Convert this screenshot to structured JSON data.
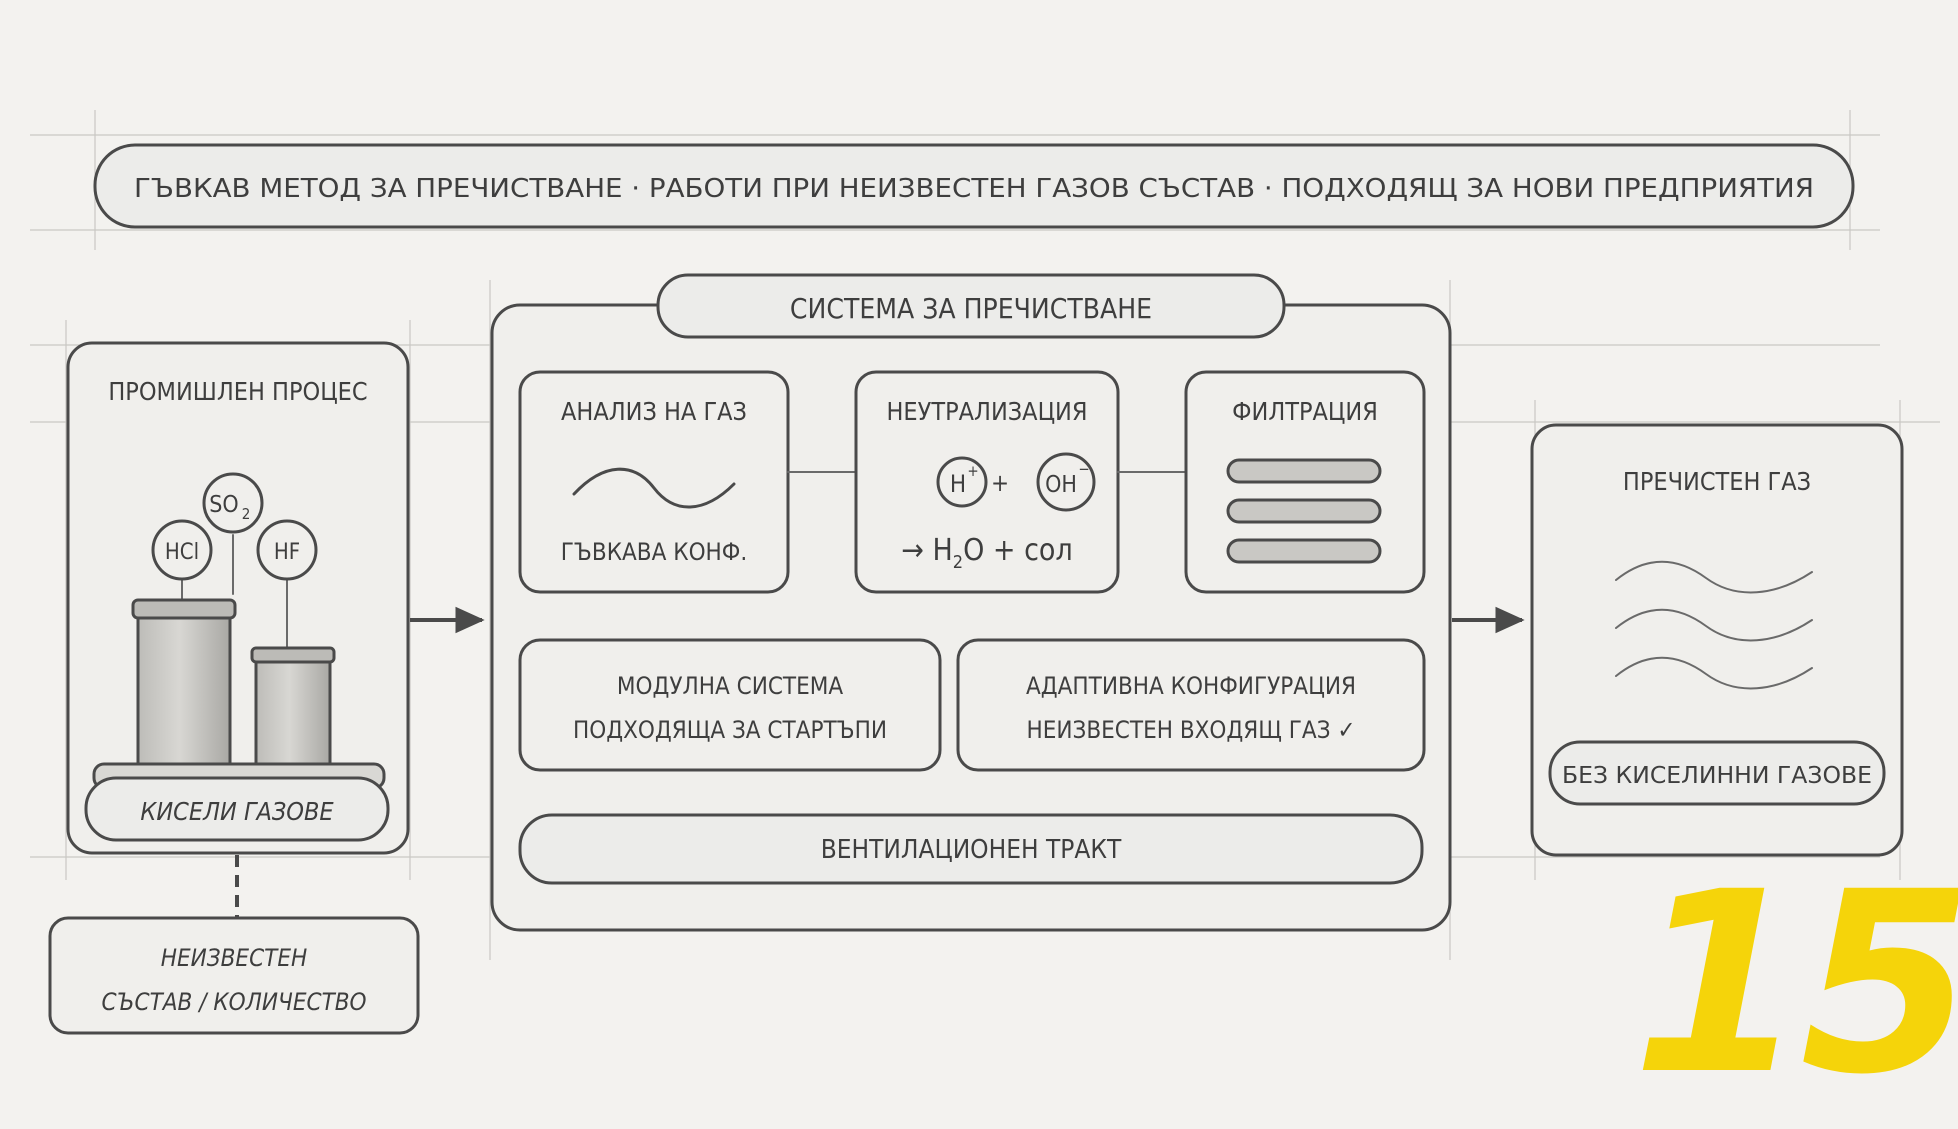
{
  "banner": {
    "text": "ГЪВКАВ МЕТОД ЗА ПРЕЧИСТВАНЕ · РАБОТИ ПРИ НЕИЗВЕСТЕН ГАЗОВ СЪСТАВ · ПОДХОДЯЩ ЗА НОВИ ПРЕДПРИЯТИЯ"
  },
  "process": {
    "title": "ПРОМИШЛЕН ПРОЦЕС",
    "gases": {
      "so2": "SO",
      "so2_sub": "2",
      "hcl": "HCl",
      "hf": "HF"
    },
    "label": "КИСЕЛИ ГАЗОВЕ",
    "unknown_line1": "НЕИЗВЕСТЕН",
    "unknown_line2": "СЪСТАВ / КОЛИЧЕСТВО"
  },
  "system": {
    "title": "СИСТЕМА ЗА ПРЕЧИСТВАНЕ",
    "analysis": {
      "title": "АНАЛИЗ НА ГАЗ",
      "subtitle": "ГЪВКАВА КОНФ."
    },
    "neutralization": {
      "title": "НЕУТРАЛИЗАЦИЯ",
      "h": "H",
      "h_sup": "+",
      "plus": "+",
      "oh": "OH",
      "oh_sup": "−",
      "result_pre": "→ H",
      "result_sub": "2",
      "result_post": "O + сол"
    },
    "filtration": {
      "title": "ФИЛТРАЦИЯ"
    },
    "modular": {
      "line1": "МОДУЛНА СИСТЕМА",
      "line2": "ПОДХОДЯЩА ЗА СТАРТЪПИ"
    },
    "adaptive": {
      "line1": "АДАПТИВНА КОНФИГУРАЦИЯ",
      "line2": "НЕИЗВЕСТЕН ВХОДЯЩ ГАЗ ✓"
    },
    "vent": "ВЕНТИЛАЦИОНЕН ТРАКТ"
  },
  "output": {
    "title": "ПРЕЧИСТЕН ГАЗ",
    "label": "БЕЗ КИСЕЛИННИ ГАЗОВЕ"
  },
  "page_number": "15",
  "colors": {
    "paper": "#f3f2ef",
    "ink": "#4a4a4a",
    "accent": "#f5d40a"
  }
}
